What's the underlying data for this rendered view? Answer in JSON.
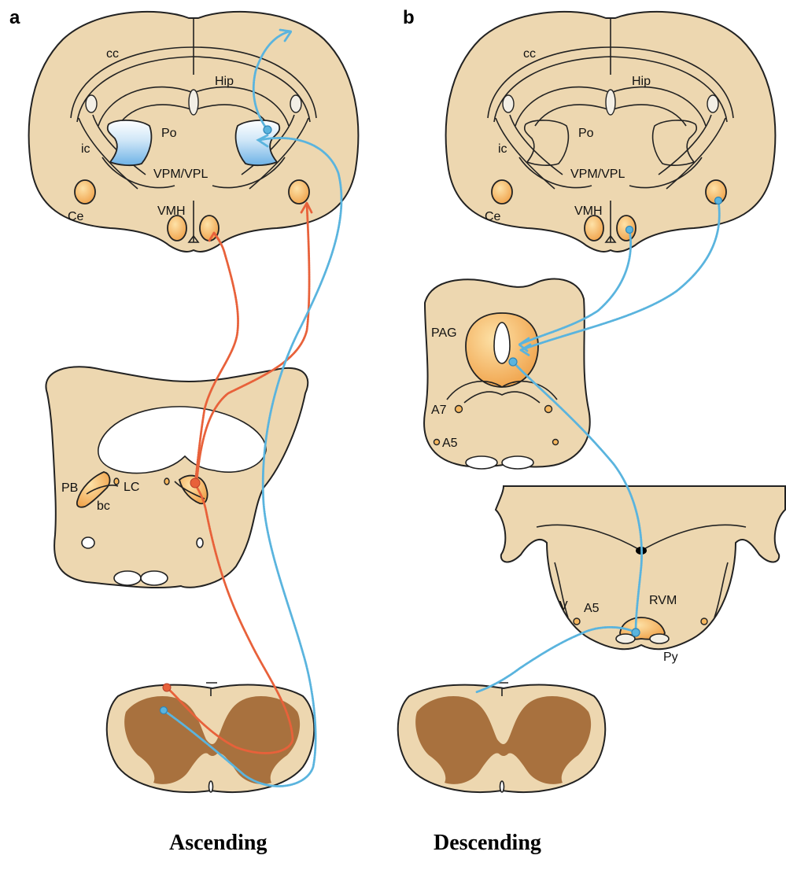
{
  "panels": {
    "a": {
      "letter": "a",
      "labels": {
        "cc": "cc",
        "hip": "Hip",
        "po": "Po",
        "ic": "ic",
        "vpm_vpl": "VPM/VPL",
        "ce": "Ce",
        "vmh": "VMH",
        "pb": "PB",
        "lc": "LC",
        "bc": "bc"
      },
      "caption": "Ascending"
    },
    "b": {
      "letter": "b",
      "labels": {
        "cc": "cc",
        "hip": "Hip",
        "po": "Po",
        "ic": "ic",
        "vpm_vpl": "VPM/VPL",
        "ce": "Ce",
        "vmh": "VMH",
        "pag": "PAG",
        "a7": "A7",
        "a5_mid": "A5",
        "v": "V",
        "a5_medulla": "A5",
        "rvm": "RVM",
        "py": "Py"
      },
      "caption": "Descending"
    }
  },
  "colors": {
    "tissue": "#edd7b0",
    "gray_matter": "#a8713e",
    "ascending_pathway": "#e8613a",
    "descending_pathway": "#5ab4de",
    "thalamus": "#8fc6ee",
    "nucleus": "#f6b75e"
  }
}
